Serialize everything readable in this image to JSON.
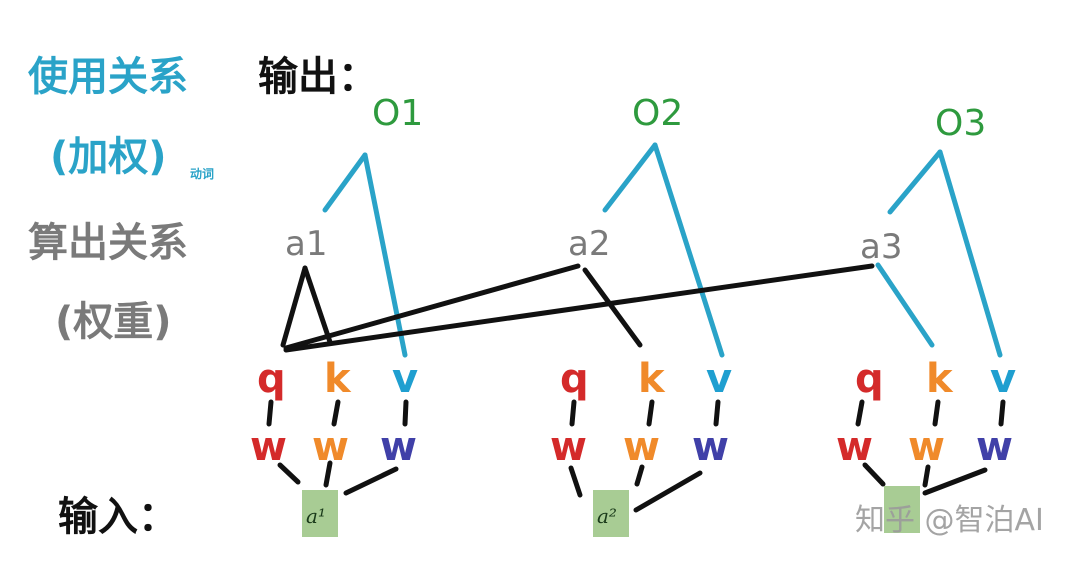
{
  "left_labels": {
    "use_relation": "使用关系",
    "weighting": "(加权)",
    "verb_note": "动词",
    "compute_relation": "算出关系",
    "weights": "(权重)"
  },
  "output_label": "输出：",
  "input_label": "输入：",
  "outputs": [
    "O1",
    "O2",
    "O3"
  ],
  "scores": [
    "a1",
    "a2",
    "a3"
  ],
  "vector_letters": {
    "q": "q",
    "k": "k",
    "v": "v",
    "w": "w"
  },
  "inputs": [
    "a¹",
    "a²",
    ""
  ],
  "watermark": "知乎 @智泊AI",
  "colors": {
    "cyan": "#2aa3c8",
    "gray": "#7a7a7a",
    "green": "#2e9a3e",
    "q": "#d42a2a",
    "k": "#f08a2a",
    "v": "#1f9fd0",
    "w_v": "#4040a8",
    "box": "#a8cc94"
  }
}
